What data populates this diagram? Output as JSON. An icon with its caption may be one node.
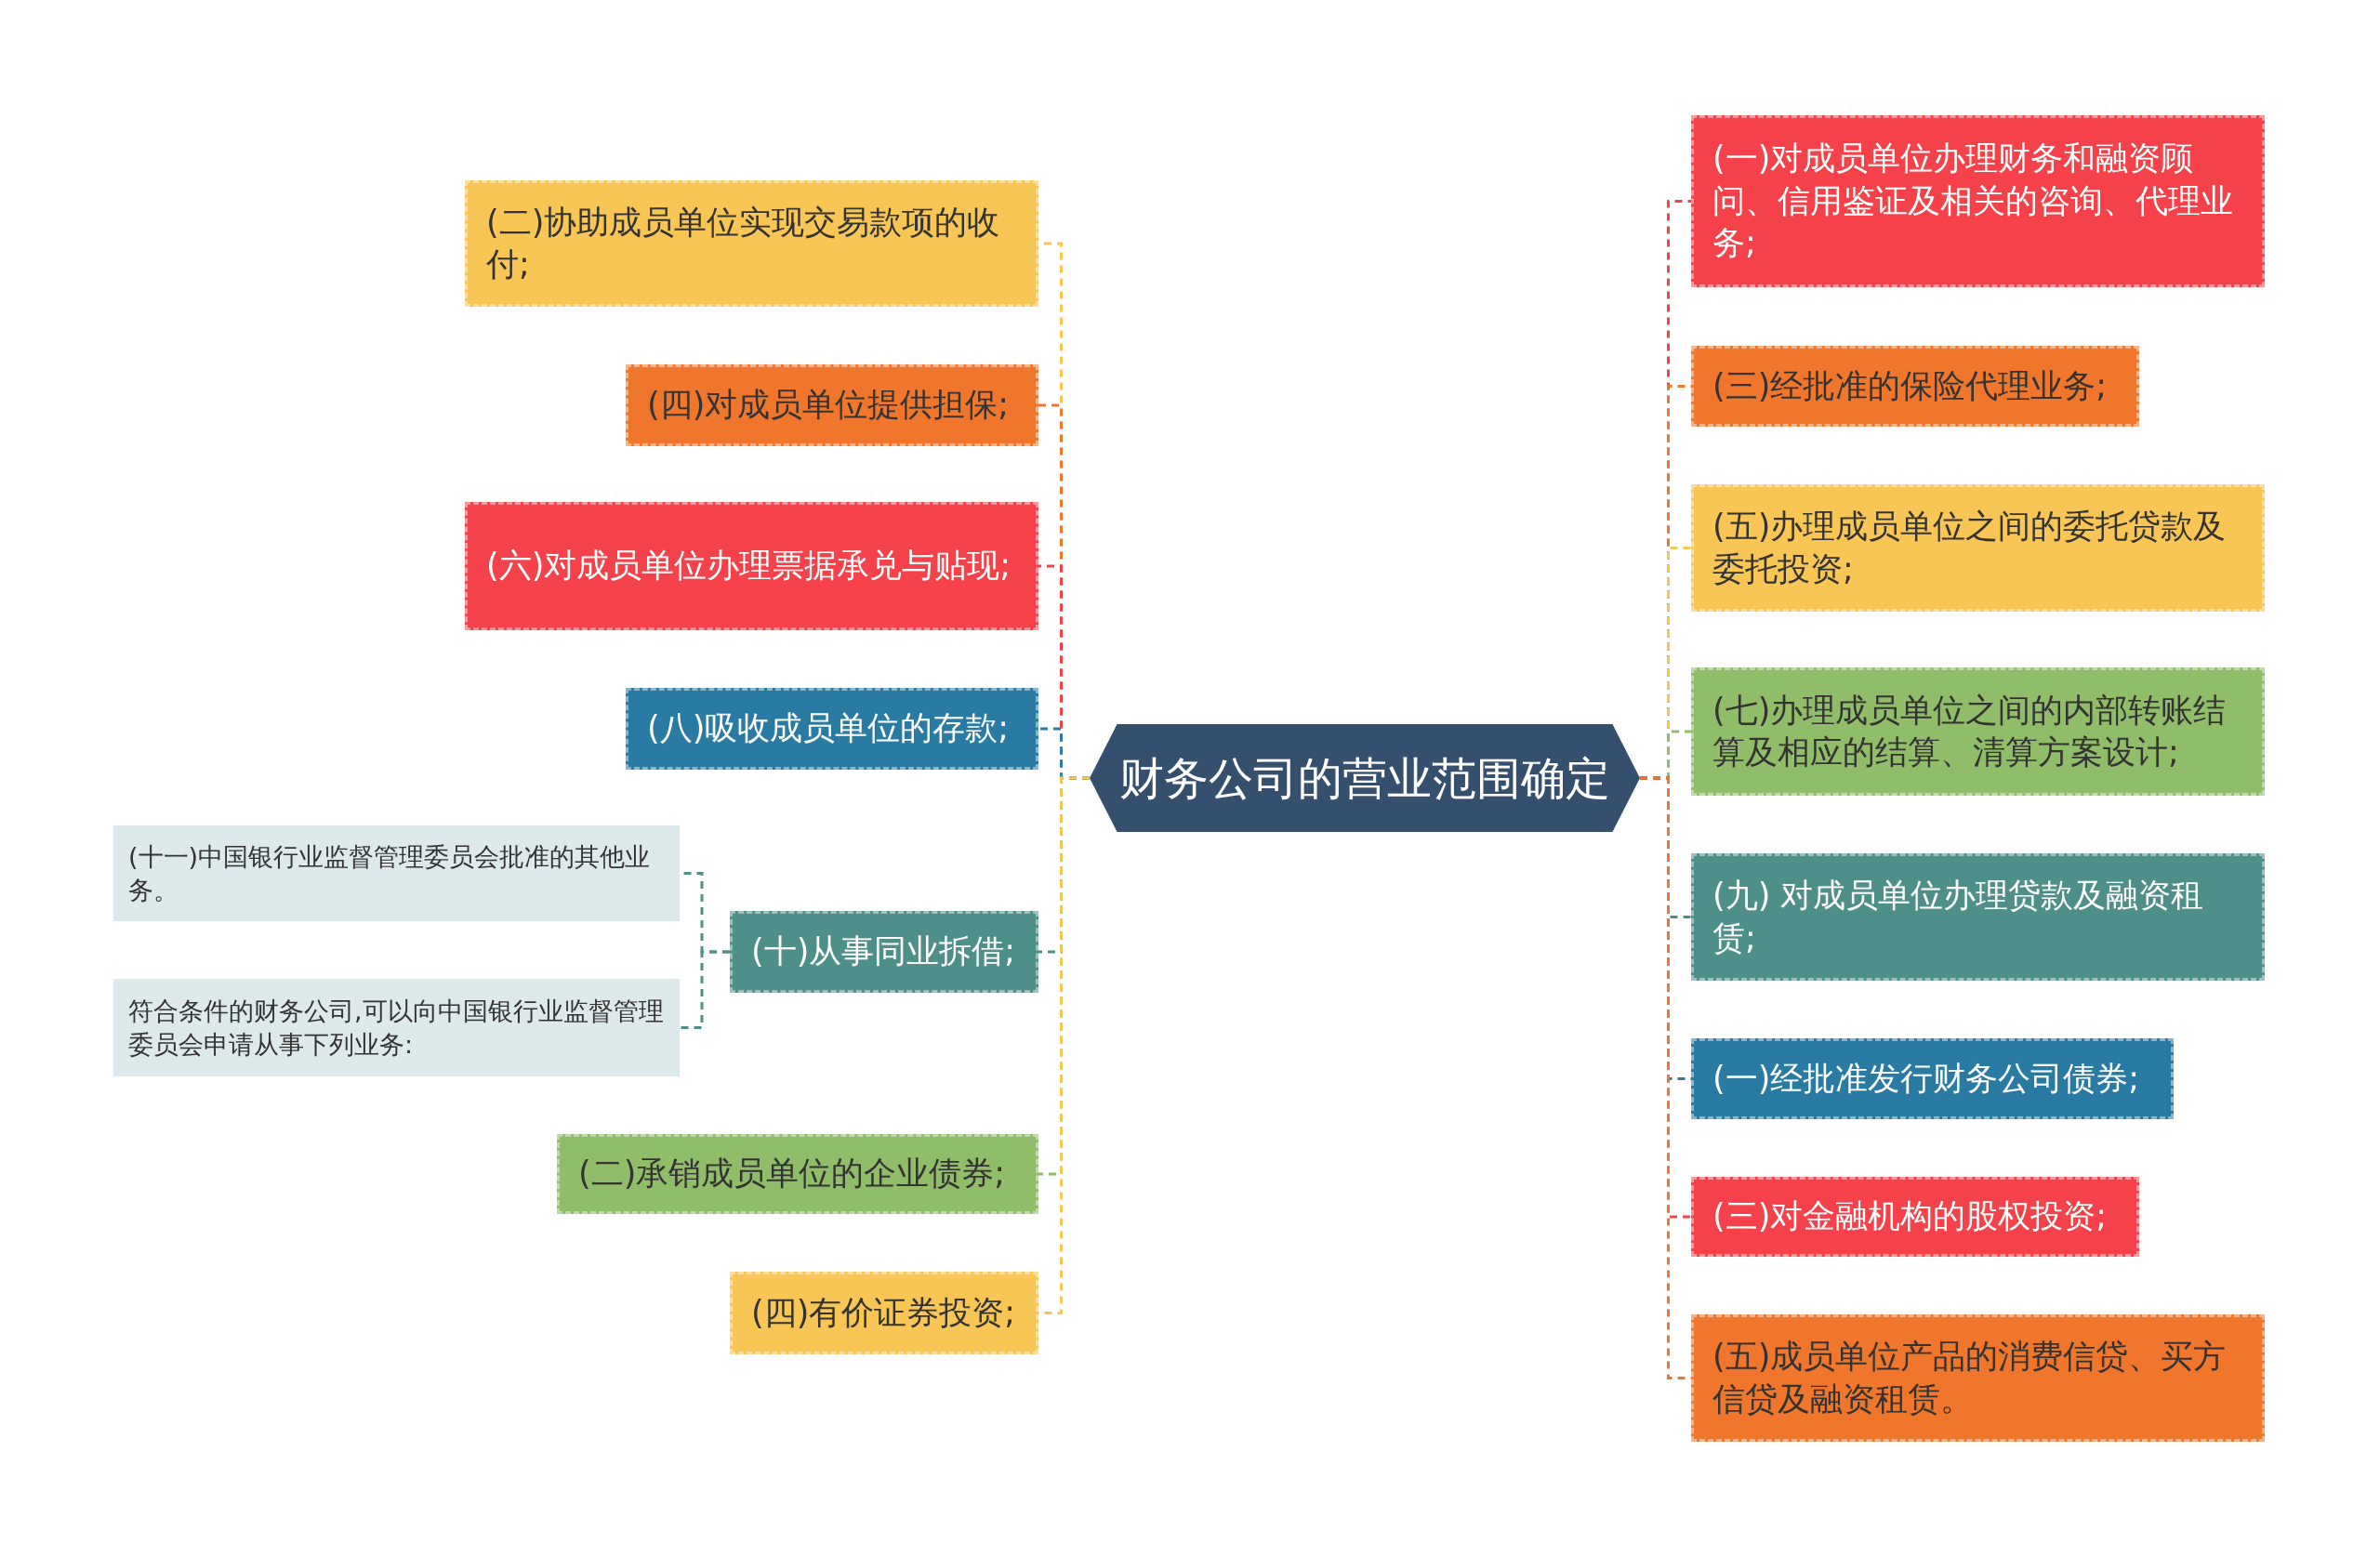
{
  "diagram": {
    "nodes": [
      {
        "text": [
          "财务公司的营业范围确定"
        ]
      },
      {
        "text": [
          "(二)协助成员单位实现交易款项的收付;"
        ]
      },
      {
        "text": [
          "(四)对成员单位提供担保;"
        ]
      },
      {
        "text": [
          "(六)对成员单位办理票据承兑与贴现;"
        ]
      },
      {
        "text": [
          "(八)吸收成员单位的存款;"
        ]
      },
      {
        "text": [
          "(十一)中国银行业监督管理委员会批准的其他业务。"
        ]
      },
      {
        "text": [
          "(十)从事同业拆借;"
        ]
      },
      {
        "text": [
          "符合条件的财务公司,可以向中国银行业监督管理委员会申请从事下列业务:"
        ]
      },
      {
        "text": [
          "(二)承销成员单位的企业债券;"
        ]
      },
      {
        "text": [
          "(四)有价证券投资;"
        ]
      },
      {
        "text": [
          "(一)对成员单位办理财务和融资顾问、信用鉴证及相关的咨询、代理业务;"
        ]
      },
      {
        "text": [
          "(三)经批准的保险代理业务;"
        ]
      },
      {
        "text": [
          "(五)办理成员单位之间的委托贷款及委托投资;"
        ]
      },
      {
        "text": [
          "(七)办理成员单位之间的内部转账结算及相应的结算、清算方案设计;"
        ]
      },
      {
        "text": [
          "(九) 对成员单位办理贷款及融资租赁;"
        ]
      },
      {
        "text": [
          "(一)经批准发行财务公司债券;"
        ]
      },
      {
        "text": [
          "(三)对金融机构的股权投资;"
        ]
      },
      {
        "text": [
          "(五)成员单位产品的消费信贷、买方信贷及融资租赁。"
        ]
      }
    ],
    "edges": [
      {
        "from": 0,
        "to": 1,
        "arrow": "none",
        "style": "dashed",
        "color": "#f7c654"
      },
      {
        "from": 0,
        "to": 2,
        "arrow": "none",
        "style": "dashed",
        "color": "#f0762c"
      },
      {
        "from": 0,
        "to": 3,
        "arrow": "none",
        "style": "dashed",
        "color": "#f5414a"
      },
      {
        "from": 0,
        "to": 4,
        "arrow": "none",
        "style": "dashed",
        "color": "#2a7ba4"
      },
      {
        "from": 6,
        "to": 5,
        "arrow": "none",
        "style": "dashed",
        "color": "#4e8f8a"
      },
      {
        "from": 0,
        "to": 6,
        "arrow": "none",
        "style": "dashed",
        "color": "#4e8f8a"
      },
      {
        "from": 6,
        "to": 7,
        "arrow": "none",
        "style": "dashed",
        "color": "#4e8f8a"
      },
      {
        "from": 0,
        "to": 8,
        "arrow": "none",
        "style": "dashed",
        "color": "#8fbd6a"
      },
      {
        "from": 0,
        "to": 9,
        "arrow": "none",
        "style": "dashed",
        "color": "#f7c654"
      },
      {
        "from": 0,
        "to": 10,
        "arrow": "none",
        "style": "dashed",
        "color": "#f5414a"
      },
      {
        "from": 0,
        "to": 11,
        "arrow": "none",
        "style": "dashed",
        "color": "#f0762c"
      },
      {
        "from": 0,
        "to": 12,
        "arrow": "none",
        "style": "dashed",
        "color": "#f7c654"
      },
      {
        "from": 0,
        "to": 13,
        "arrow": "none",
        "style": "dashed",
        "color": "#8fbd6a"
      },
      {
        "from": 0,
        "to": 14,
        "arrow": "none",
        "style": "dashed",
        "color": "#4e8f8a"
      },
      {
        "from": 0,
        "to": 15,
        "arrow": "none",
        "style": "dashed",
        "color": "#2a7ba4"
      },
      {
        "from": 0,
        "to": 16,
        "arrow": "none",
        "style": "dashed",
        "color": "#f5414a"
      },
      {
        "from": 0,
        "to": 17,
        "arrow": "none",
        "style": "dashed",
        "color": "#f0762c"
      }
    ]
  }
}
